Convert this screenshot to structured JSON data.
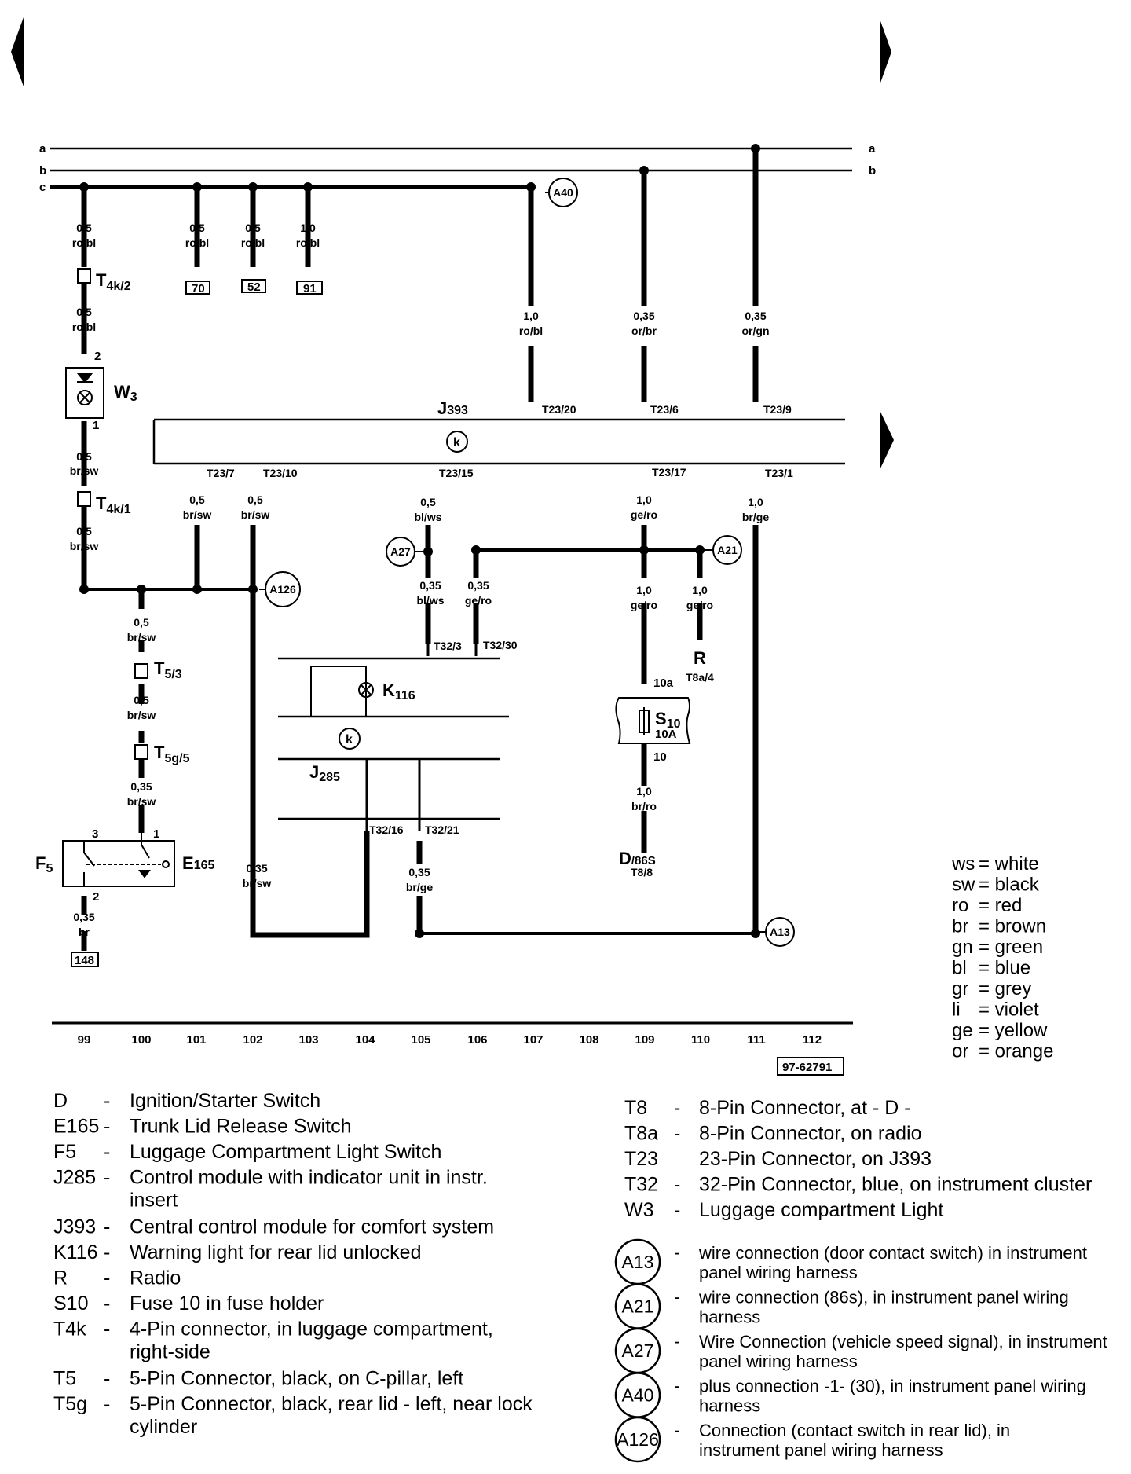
{
  "bus_labels": [
    "a",
    "b",
    "c"
  ],
  "wires": {
    "w99a": {
      "size": "0,5",
      "color": "ro/bl"
    },
    "w101a": {
      "size": "0,5",
      "color": "ro/bl"
    },
    "w102a": {
      "size": "0,5",
      "color": "ro/bl"
    },
    "w103a": {
      "size": "1,0",
      "color": "ro/bl"
    },
    "w99b": {
      "size": "0,5",
      "color": "ro/bl"
    },
    "w99c": {
      "size": "0,5",
      "color": "br/sw"
    },
    "w99d": {
      "size": "0,5",
      "color": "br/sw"
    },
    "w107a": {
      "size": "1,0",
      "color": "ro/bl"
    },
    "w109a": {
      "size": "0,35",
      "color": "or/br"
    },
    "w111a": {
      "size": "0,35",
      "color": "or/gn"
    },
    "w101b": {
      "size": "0,5",
      "color": "br/sw"
    },
    "w102b": {
      "size": "0,5",
      "color": "br/sw"
    },
    "w105a": {
      "size": "0,5",
      "color": "bl/ws"
    },
    "w109b": {
      "size": "1,0",
      "color": "ge/ro"
    },
    "w111b": {
      "size": "1,0",
      "color": "br/ge"
    },
    "w100a": {
      "size": "0,5",
      "color": "br/sw"
    },
    "w100b": {
      "size": "0,5",
      "color": "br/sw"
    },
    "w100c": {
      "size": "0,35",
      "color": "br/sw"
    },
    "w99e": {
      "size": "0,35",
      "color": "br"
    },
    "w105b": {
      "size": "0,35",
      "color": "bl/ws"
    },
    "w106a": {
      "size": "0,35",
      "color": "ge/ro"
    },
    "w109c": {
      "size": "1,0",
      "color": "ge/ro"
    },
    "w110a": {
      "size": "1,0",
      "color": "ge/ro"
    },
    "w109d": {
      "size": "1,0",
      "color": "br/ro"
    },
    "w102c": {
      "size": "0,35",
      "color": "br/sw"
    },
    "w105c": {
      "size": "0,35",
      "color": "br/ge"
    }
  },
  "refs": {
    "r70": "70",
    "r52": "52",
    "r91": "91",
    "r148": "148"
  },
  "connectors": {
    "t4k2": "T",
    "t4k2sub": "4k/2",
    "t4k1": "T",
    "t4k1sub": "4k/1",
    "t53": "T",
    "t53sub": "5/3",
    "t5g5": "T",
    "t5g5sub": "5g/5",
    "t2320": "T23/20",
    "t236": "T23/6",
    "t239": "T23/9",
    "t237": "T23/7",
    "t2310": "T23/10",
    "t2315": "T23/15",
    "t2317": "T23/17",
    "t231": "T23/1",
    "t323": "T32/3",
    "t3230": "T32/30",
    "t3216": "T32/16",
    "t3221": "T32/21",
    "t8a4": "T8a/4",
    "t88": "T8/8",
    "pin2": "2",
    "pin1": "1",
    "pin3": "3",
    "pin1b": "1",
    "pin2b": "2",
    "pin10a": "10a",
    "pin10": "10"
  },
  "components": {
    "w3": "W",
    "w3sub": "3",
    "j393": "J",
    "j393sub": "393",
    "j285": "J",
    "j285sub": "285",
    "k116": "K",
    "k116sub": "116",
    "s10": "S",
    "s10sub": "10",
    "s10amp": "10A",
    "r": "R",
    "d": "D",
    "dsub": "/86S",
    "f5": "F",
    "f5sub": "5",
    "e165": "E",
    "e165sub": "165",
    "k_symbol": "k"
  },
  "circles": {
    "a40": "A40",
    "a27": "A27",
    "a21": "A21",
    "a126": "A126",
    "a13": "A13"
  },
  "tracks": [
    "99",
    "100",
    "101",
    "102",
    "103",
    "104",
    "105",
    "106",
    "107",
    "108",
    "109",
    "110",
    "111",
    "112"
  ],
  "drawing_number": "97-62791",
  "color_legend": [
    {
      "code": "ws",
      "name": "= white"
    },
    {
      "code": "sw",
      "name": "= black"
    },
    {
      "code": "ro",
      "name": "= red"
    },
    {
      "code": "br",
      "name": "= brown"
    },
    {
      "code": "gn",
      "name": "= green"
    },
    {
      "code": "bl",
      "name": "= blue"
    },
    {
      "code": "gr",
      "name": "= grey"
    },
    {
      "code": "li",
      "name": "= violet"
    },
    {
      "code": "ge",
      "name": "= yellow"
    },
    {
      "code": "or",
      "name": "= orange"
    }
  ],
  "legend_left": [
    {
      "code": "D",
      "dash": "-",
      "lines": [
        "Ignition/Starter Switch"
      ]
    },
    {
      "code": "E165",
      "dash": "-",
      "lines": [
        "Trunk Lid Release Switch"
      ]
    },
    {
      "code": "F5",
      "dash": "-",
      "lines": [
        "Luggage Compartment Light Switch"
      ]
    },
    {
      "code": "J285",
      "dash": "-",
      "lines": [
        "Control module with indicator unit in instr.",
        "insert"
      ]
    },
    {
      "code": "J393",
      "dash": "-",
      "lines": [
        "Central control module for comfort system"
      ]
    },
    {
      "code": "K116",
      "dash": "-",
      "lines": [
        "Warning light for rear lid unlocked"
      ]
    },
    {
      "code": "R",
      "dash": "-",
      "lines": [
        "Radio"
      ]
    },
    {
      "code": "S10",
      "dash": "-",
      "lines": [
        "Fuse 10 in fuse holder"
      ]
    },
    {
      "code": "T4k",
      "dash": "-",
      "lines": [
        "4-Pin connector, in luggage compartment,",
        "right-side"
      ]
    },
    {
      "code": "T5",
      "dash": "-",
      "lines": [
        "5-Pin Connector, black, on C-pillar, left"
      ]
    },
    {
      "code": "T5g",
      "dash": "-",
      "lines": [
        "5-Pin Connector, black, rear lid - left, near lock",
        "cylinder"
      ]
    }
  ],
  "legend_right": [
    {
      "code": "T8",
      "dash": "-",
      "lines": [
        "8-Pin Connector, at - D -"
      ]
    },
    {
      "code": "T8a",
      "dash": "-",
      "lines": [
        "8-Pin Connector, on radio"
      ]
    },
    {
      "code": "T23",
      "dash": "",
      "lines": [
        "23-Pin Connector, on J393"
      ]
    },
    {
      "code": "T32",
      "dash": "-",
      "lines": [
        "32-Pin Connector, blue, on instrument cluster"
      ]
    },
    {
      "code": "W3",
      "dash": "-",
      "lines": [
        "Luggage compartment Light"
      ]
    }
  ],
  "legend_circles": [
    {
      "code": "A13",
      "dash": "-",
      "lines": [
        "wire connection (door contact switch) in instrument",
        "panel wiring harness"
      ]
    },
    {
      "code": "A21",
      "dash": "-",
      "lines": [
        "wire connection (86s), in instrument panel wiring",
        "harness"
      ]
    },
    {
      "code": "A27",
      "dash": "-",
      "lines": [
        "Wire Connection (vehicle speed signal), in instrument",
        "panel  wiring harness"
      ]
    },
    {
      "code": "A40",
      "dash": "-",
      "lines": [
        "plus connection -1- (30), in instrument panel wiring",
        "harness"
      ]
    },
    {
      "code": "A126",
      "dash": "-",
      "lines": [
        "Connection (contact switch in rear lid), in",
        "instrument panel wiring harness"
      ]
    }
  ]
}
